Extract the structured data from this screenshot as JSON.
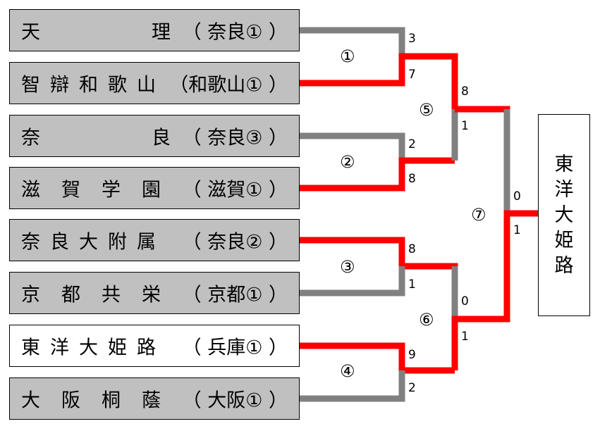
{
  "teams": [
    {
      "name": [
        "天",
        "理"
      ],
      "pref": "（ 奈良① ）",
      "highlight": false
    },
    {
      "name": [
        "智",
        "辯",
        "和",
        "歌",
        "山"
      ],
      "pref": "（和歌山① ）",
      "highlight": false
    },
    {
      "name": [
        "奈",
        "良"
      ],
      "pref": "（ 奈良③ ）",
      "highlight": false
    },
    {
      "name": [
        "滋",
        "賀",
        "学",
        "園"
      ],
      "pref": "（ 滋賀① ）",
      "highlight": false
    },
    {
      "name": [
        "奈",
        "良",
        "大",
        "附",
        "属"
      ],
      "pref": "（ 奈良② ）",
      "highlight": false
    },
    {
      "name": [
        "京",
        "都",
        "共",
        "栄"
      ],
      "pref": "（ 京都① ）",
      "highlight": false
    },
    {
      "name": [
        "東",
        "洋",
        "大",
        "姫",
        "路"
      ],
      "pref": "（ 兵庫① ）",
      "highlight": true
    },
    {
      "name": [
        "大",
        "阪",
        "桐",
        "蔭"
      ],
      "pref": "（ 大阪① ）",
      "highlight": false
    }
  ],
  "games": [
    "①",
    "②",
    "③",
    "④",
    "⑤",
    "⑥",
    "⑦"
  ],
  "scores": {
    "g1": [
      "3",
      "7"
    ],
    "g2": [
      "2",
      "8"
    ],
    "g3": [
      "8",
      "1"
    ],
    "g4": [
      "9",
      "2"
    ],
    "g5": [
      "8",
      "1"
    ],
    "g6": [
      "0",
      "1"
    ],
    "g7": [
      "0",
      "1"
    ]
  },
  "champion": [
    "東",
    "洋",
    "大",
    "姫",
    "路"
  ],
  "colors": {
    "winner": "#ff0000",
    "loser": "#808080"
  }
}
